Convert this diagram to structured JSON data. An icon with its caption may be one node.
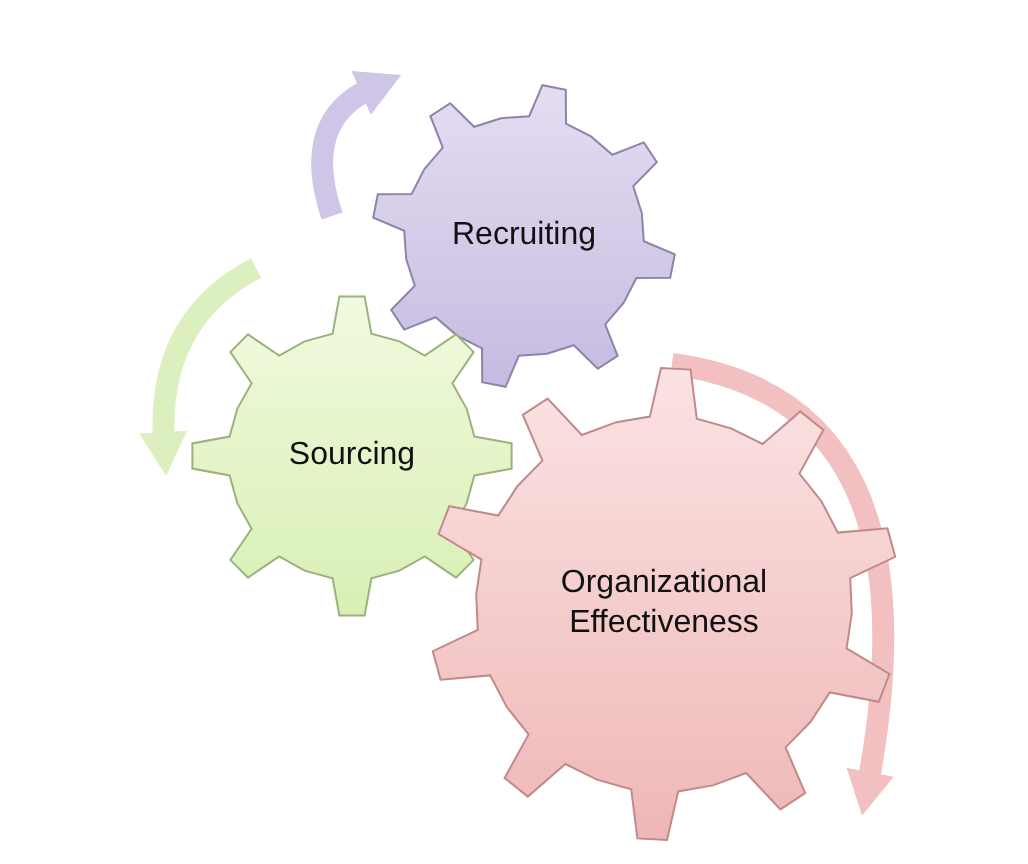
{
  "diagram": {
    "nodes": [
      {
        "text": [
          "Recruiting"
        ]
      },
      {
        "text": [
          "Sourcing"
        ]
      },
      {
        "text": [
          "Organizational Effectiveness"
        ]
      }
    ]
  }
}
